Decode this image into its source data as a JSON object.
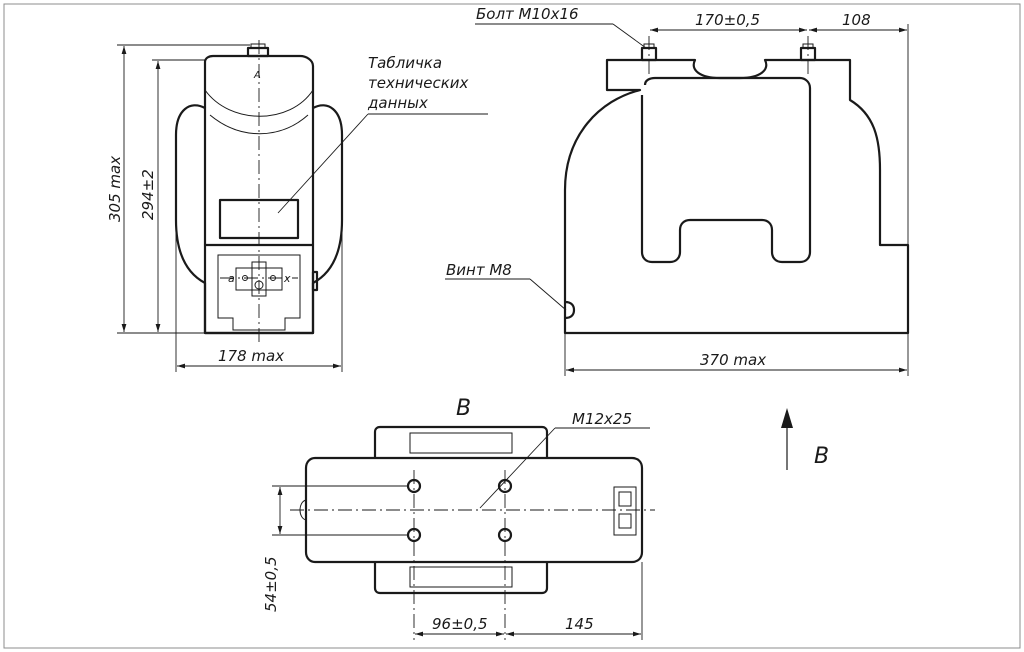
{
  "drawing": {
    "front_view": {
      "callouts": {
        "nameplate_line1": "Табличка",
        "nameplate_line2": "технических",
        "nameplate_line3": "данных"
      },
      "terminal_marks": {
        "a": "a",
        "x": "x",
        "top": "A"
      },
      "dimensions": {
        "total_height": "305 max",
        "axis_height": "294±2",
        "width": "178 max"
      }
    },
    "side_view": {
      "callouts": {
        "bolt": "Болт М10x16",
        "screw": "Винт М8"
      },
      "dimensions": {
        "bolt_spacing": "170±0,5",
        "bolt_offset": "108",
        "length": "370 max"
      }
    },
    "bottom_view": {
      "view_letter": "В",
      "callouts": {
        "mounting_thread": "M12x25"
      },
      "dimensions": {
        "hole_spacing_y": "54±0,5",
        "hole_spacing_x": "96±0,5",
        "hole_offset": "145"
      }
    },
    "view_arrow": {
      "label": "В"
    }
  }
}
